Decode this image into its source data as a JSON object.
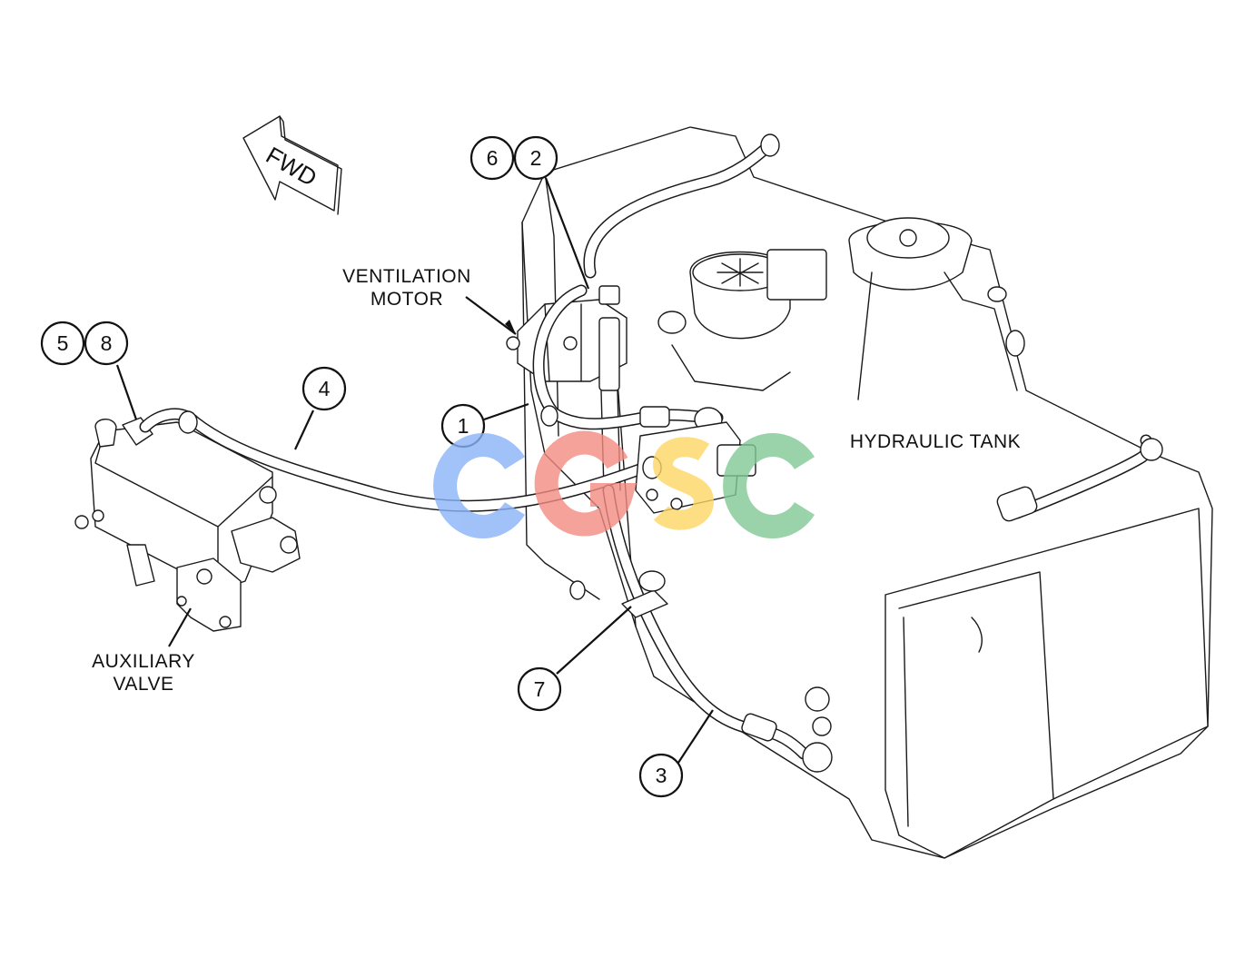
{
  "direction_arrow": {
    "text": "FWD"
  },
  "labels": {
    "ventilation_motor": [
      "VENTILATION",
      "MOTOR"
    ],
    "hydraulic_tank": "HYDRAULIC TANK",
    "auxiliary_valve": [
      "AUXILIARY",
      "VALVE"
    ]
  },
  "callouts": {
    "c1": "1",
    "c2": "2",
    "c3": "3",
    "c4": "4",
    "c5": "5",
    "c6": "6",
    "c7": "7",
    "c8": "8"
  },
  "watermark": {
    "text": "CGSC",
    "colors": [
      "#8ab4f8",
      "#f28b82",
      "#fdd663",
      "#81c995"
    ]
  }
}
